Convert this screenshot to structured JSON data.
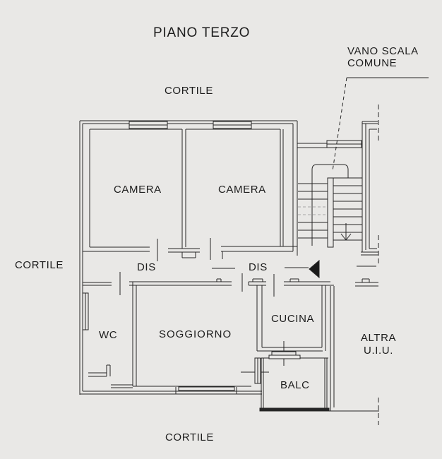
{
  "title": "PIANO TERZO",
  "colors": {
    "background": "#e9e8e6",
    "line": "#262626",
    "text": "#1d1d1d",
    "door_arrow": "#1a1a1a",
    "hidden_step": "#a6a6a6"
  },
  "labels": {
    "courtyard_top": "CORTILE",
    "courtyard_left": "CORTILE",
    "courtyard_bottom": "CORTILE",
    "stairwell": "VANO SCALA COMUNE",
    "other_unit": "ALTRA U.I.U."
  },
  "rooms": {
    "camera_left": "CAMERA",
    "camera_right": "CAMERA",
    "hall_left": "DIS",
    "hall_right": "DIS",
    "wc": "WC",
    "living": "SOGGIORNO",
    "kitchen": "CUCINA",
    "balcony": "BALC"
  }
}
